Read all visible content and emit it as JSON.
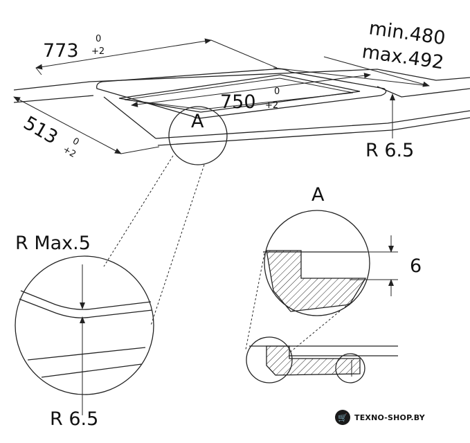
{
  "labels": {
    "width_main": "773",
    "width_tol_top": "0",
    "width_tol_bottom": "+2",
    "cutout_width": "750",
    "cutout_tol_top": "0",
    "cutout_tol_bottom": "+2",
    "depth": "513",
    "depth_tol_top": "0",
    "depth_tol_bottom": "+2",
    "min_text": "min.480",
    "max_text": "max.492",
    "radius_top": "R 6.5",
    "detail_label_top": "A",
    "detail_label_side": "A",
    "r_max": "R Max.5",
    "radius_bottom": "R 6.5",
    "step_height": "6"
  },
  "brand": {
    "name": "TEXNO-SHOP.BY",
    "icon": "cart-icon"
  }
}
